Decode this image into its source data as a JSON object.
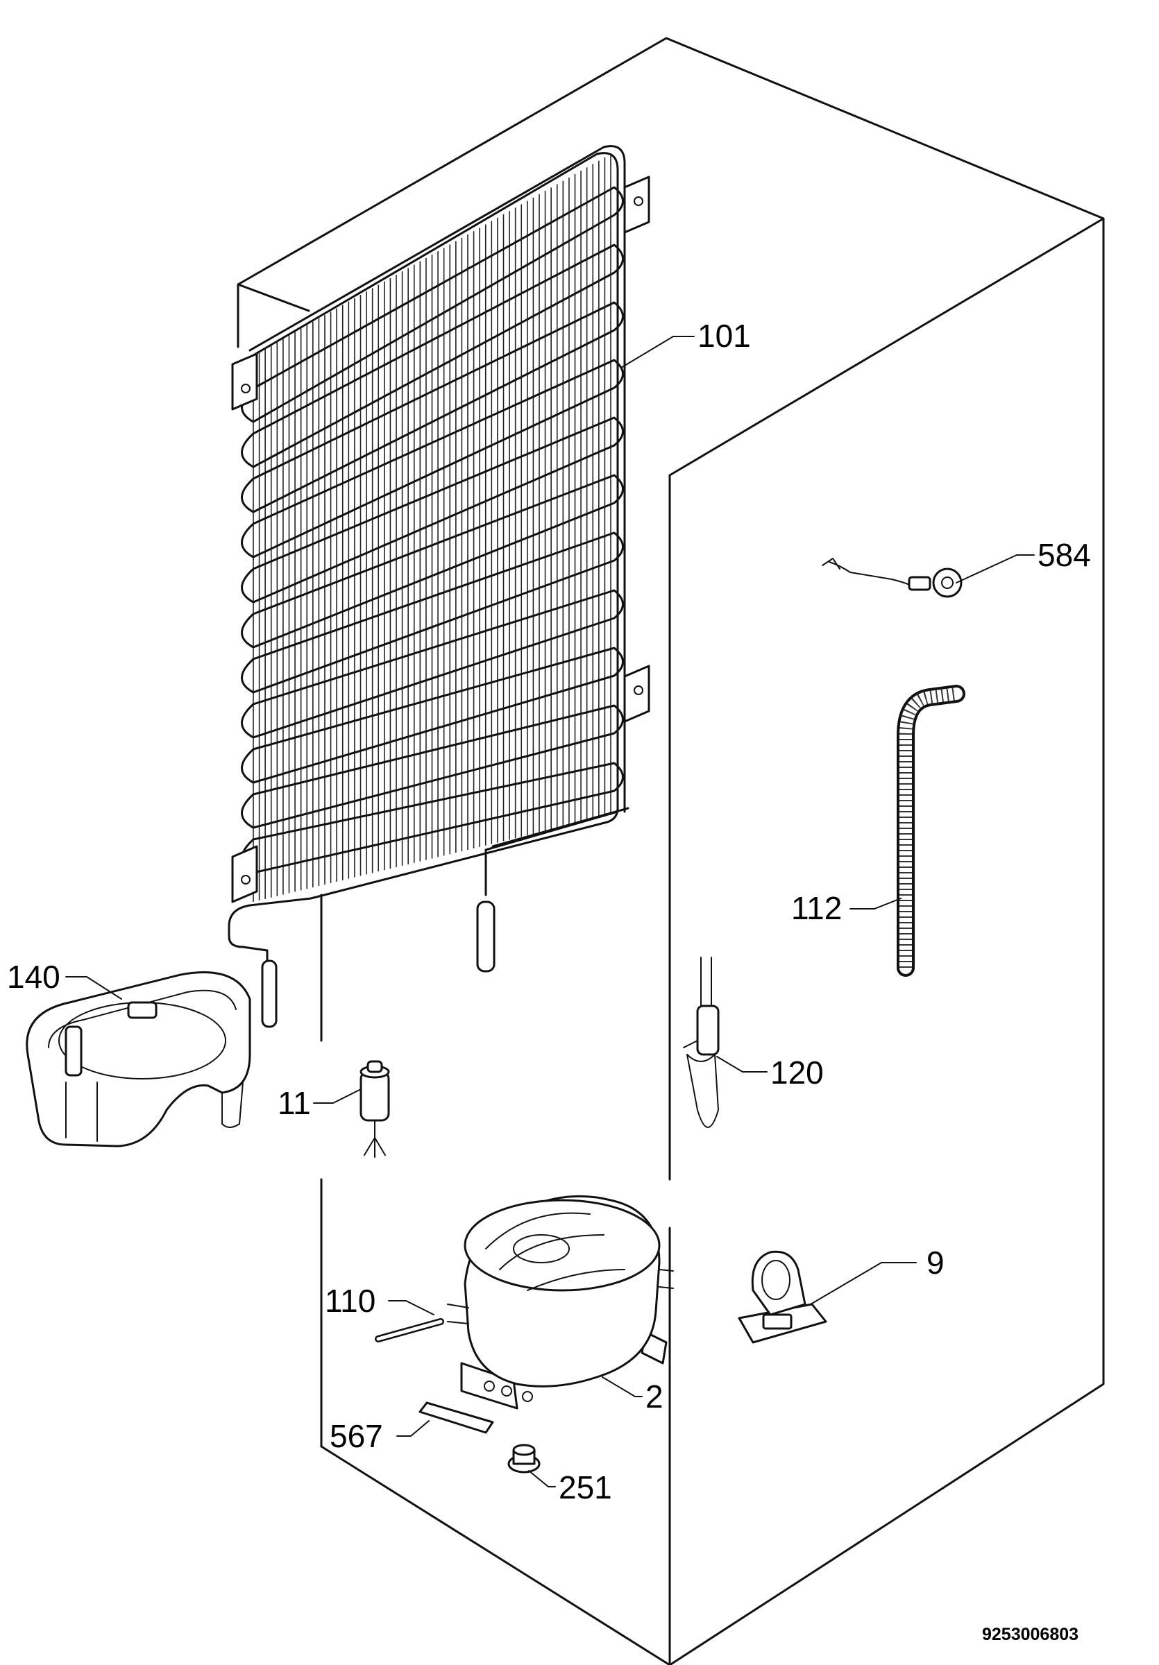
{
  "diagram": {
    "drawing_number": "9253006803",
    "parts": [
      {
        "id": "p101",
        "label": "101"
      },
      {
        "id": "p584",
        "label": "584"
      },
      {
        "id": "p112",
        "label": "112"
      },
      {
        "id": "p140",
        "label": "140"
      },
      {
        "id": "p11",
        "label": "11"
      },
      {
        "id": "p120",
        "label": "120"
      },
      {
        "id": "p9",
        "label": "9"
      },
      {
        "id": "p110",
        "label": "110"
      },
      {
        "id": "p2",
        "label": "2"
      },
      {
        "id": "p567",
        "label": "567"
      },
      {
        "id": "p251",
        "label": "251"
      }
    ]
  }
}
